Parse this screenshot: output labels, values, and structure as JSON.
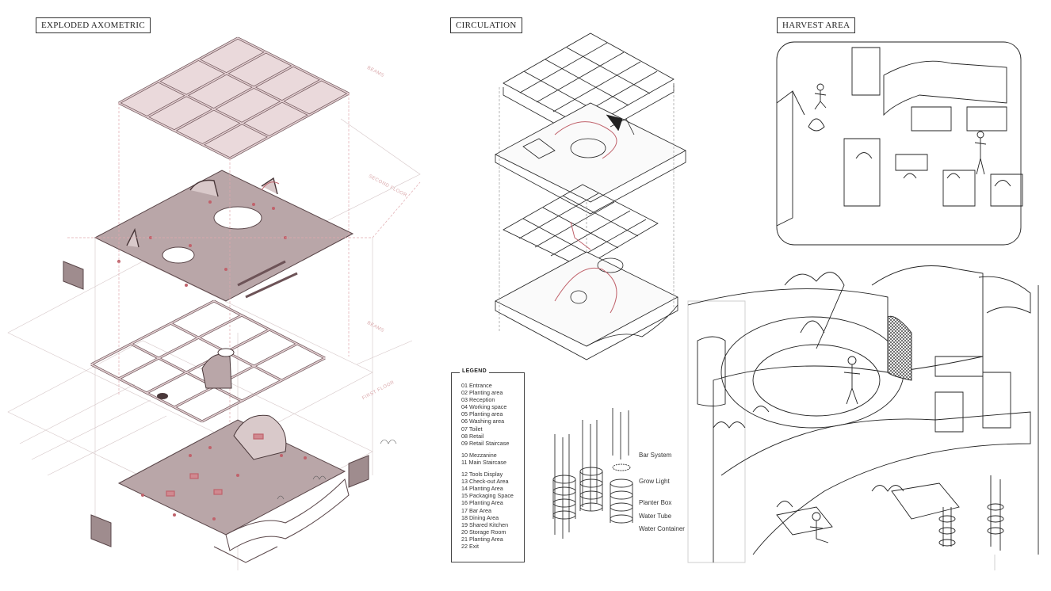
{
  "sections": {
    "exploded": "EXPLODED AXOMETRIC",
    "circulation": "CIRCULATION",
    "harvest": "HARVEST AREA"
  },
  "axo_labels": {
    "beams_top": "BEAMS",
    "second_floor": "SECOND FLOOR",
    "beams_mid": "BEAMS",
    "first_floor": "FIRST FLOOR"
  },
  "legend": {
    "title": "LEGEND",
    "items": [
      "01  Entrance",
      "02  Planting area",
      "03  Reception",
      "04  Working space",
      "05  Planting area",
      "06  Washing area",
      "07  Toilet",
      "08  Retail",
      "09  Retail Staircase",
      "10  Mezzanine",
      "11  Main Staircase",
      "12  Tools Display",
      "13  Check-out Area",
      "14  Planting Area",
      "15  Packaging Space",
      "16  Planting Area",
      "17  Bar Area",
      "18  Dining Area",
      "19  Shared Kitchen",
      "20  Storage Room",
      "21  Planting Area",
      "22  Exit"
    ]
  },
  "planter_parts": {
    "bar_system": "Bar System",
    "grow_light": "Grow Light",
    "planter_box": "Planter Box",
    "water_tube": "Water Tube",
    "water_container": "Water Container"
  },
  "colors": {
    "accent": "#c0626b",
    "beam_fill": "#e8d6d8",
    "floor_fill": "#b8a4a6",
    "line": "#222222"
  }
}
